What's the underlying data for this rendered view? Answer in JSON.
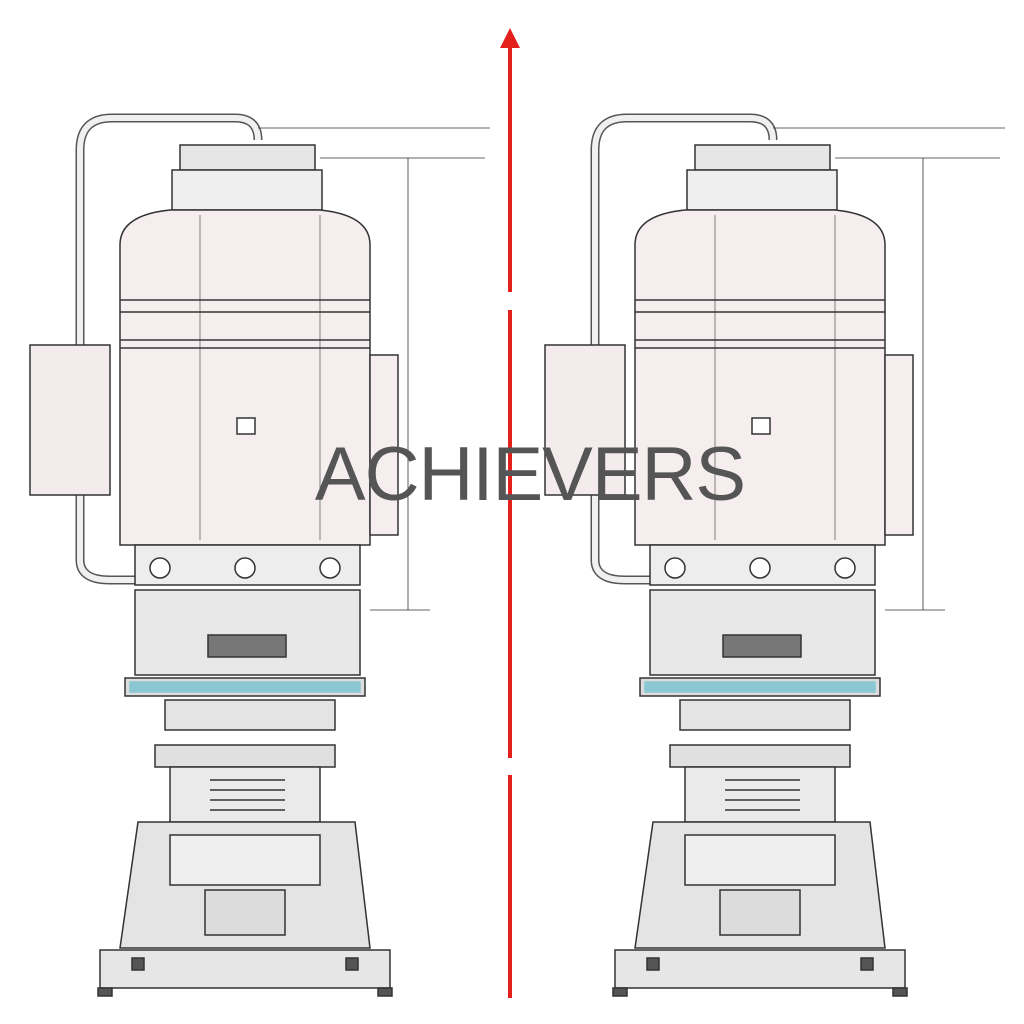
{
  "watermark": {
    "text": "ACHIEVERS",
    "color": "#555555"
  },
  "divider_arrow": {
    "color": "#e3201b",
    "direction": "up",
    "style": "dashed"
  },
  "drawings": [
    {
      "label": "left-machine"
    },
    {
      "label": "right-machine"
    }
  ],
  "colors": {
    "line": "#333333",
    "body_fill": "#f6eeee",
    "metal_fill": "#e4e4e4",
    "accent": "#3bb3c9"
  }
}
